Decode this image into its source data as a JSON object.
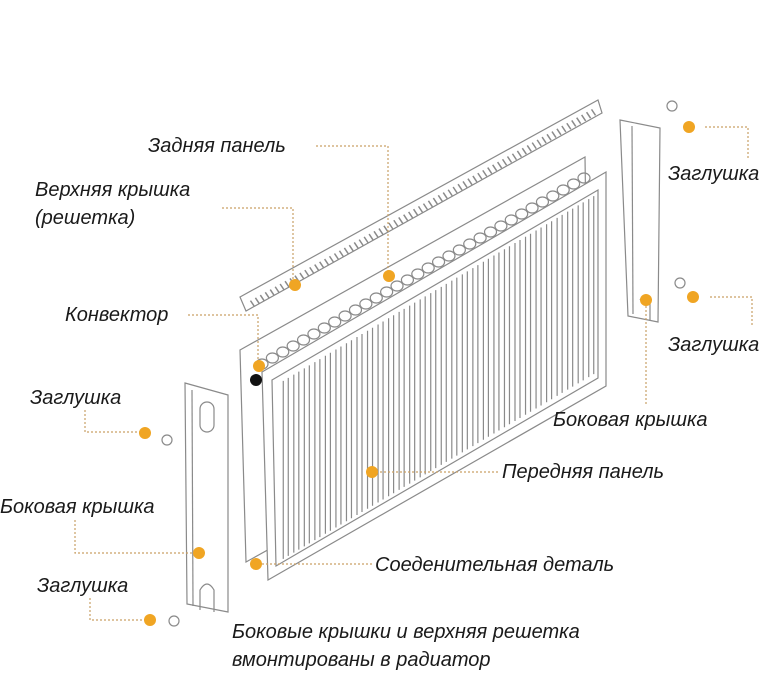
{
  "colors": {
    "accent": "#f0a523",
    "line": "#9a9a9a",
    "text": "#1a1a1a"
  },
  "labels": {
    "back_panel": "Задняя панель",
    "top_cover_line1": "Верхняя крышка",
    "top_cover_line2": "(решетка)",
    "convector": "Конвектор",
    "plug_left_top": "Заглушка",
    "side_cover_left": "Боковая крышка",
    "plug_left_bottom": "Заглушка",
    "plug_right_top": "Заглушка",
    "plug_right_bottom": "Заглушка",
    "side_cover_right": "Боковая крышка",
    "front_panel": "Передняя панель",
    "connector": "Соеденительная деталь",
    "note_line1": "Боковые крышки и верхняя решетка",
    "note_line2": "вмонтированы в радиатор"
  }
}
